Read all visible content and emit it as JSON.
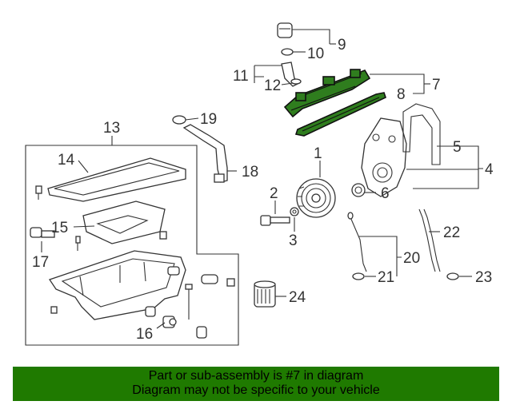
{
  "callouts": {
    "c1": "1",
    "c2": "2",
    "c3": "3",
    "c4": "4",
    "c5": "5",
    "c6": "6",
    "c7": "7",
    "c8": "8",
    "c9": "9",
    "c10": "10",
    "c11": "11",
    "c12": "12",
    "c13": "13",
    "c14": "14",
    "c15": "15",
    "c16": "16",
    "c17": "17",
    "c18": "18",
    "c19": "19",
    "c20": "20",
    "c21": "21",
    "c22": "22",
    "c23": "23",
    "c24": "24"
  },
  "highlight_color": "#2f7d1e",
  "banner": {
    "line1": "Part or sub-assembly is #7 in diagram",
    "line2": "Diagram may not be specific to your vehicle",
    "background": "#1f7a00"
  }
}
